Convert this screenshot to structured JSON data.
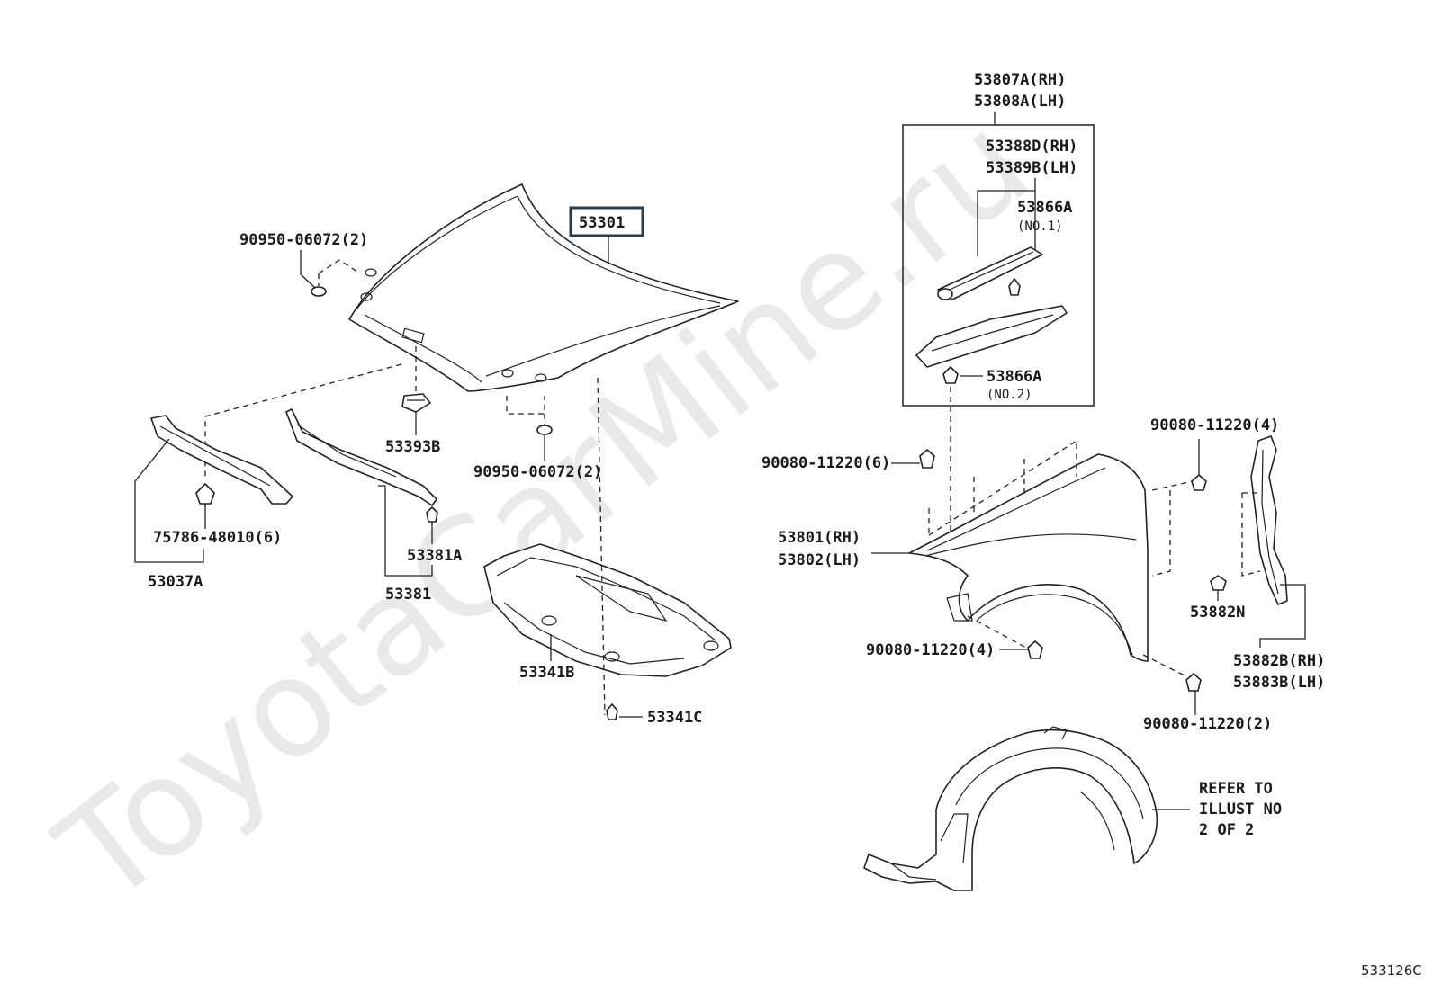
{
  "watermark": "ToyotaCarMine.ru",
  "figure_code": "533126C",
  "callouts": {
    "hood": "53301",
    "hood_clip_top": "90950-06072(2)",
    "hood_clip_bottom": "90950-06072(2)",
    "hood_cushion": "53393B",
    "seal_front": "53037A",
    "seal_front_clip": "75786-48010(6)",
    "seal_rear": "53381",
    "seal_rear_clip": "53381A",
    "insulator": "53341B",
    "insulator_clip": "53341C",
    "fender_protector_rh": "53807A(RH)",
    "fender_protector_lh": "53808A(LH)",
    "fender_seal_rh": "53388D(RH)",
    "fender_seal_lh": "53389B(LH)",
    "protector_clip_1": "53866A",
    "protector_clip_1_note": "(NO.1)",
    "protector_clip_2": "53866A",
    "protector_clip_2_note": "(NO.2)",
    "fender_bolt_top": "90080-11220(6)",
    "fender_bolt_right": "90080-11220(4)",
    "fender_rh": "53801(RH)",
    "fender_lh": "53802(LH)",
    "fender_bolt_bottom": "90080-11220(4)",
    "fender_bolt_low_right": "90080-11220(2)",
    "liner_clip": "53882N",
    "liner_seal_rh": "53882B(RH)",
    "liner_seal_lh": "53883B(LH)",
    "refer_line1": "REFER TO",
    "refer_line2": "ILLUST NO",
    "refer_line3": "2 OF 2"
  }
}
